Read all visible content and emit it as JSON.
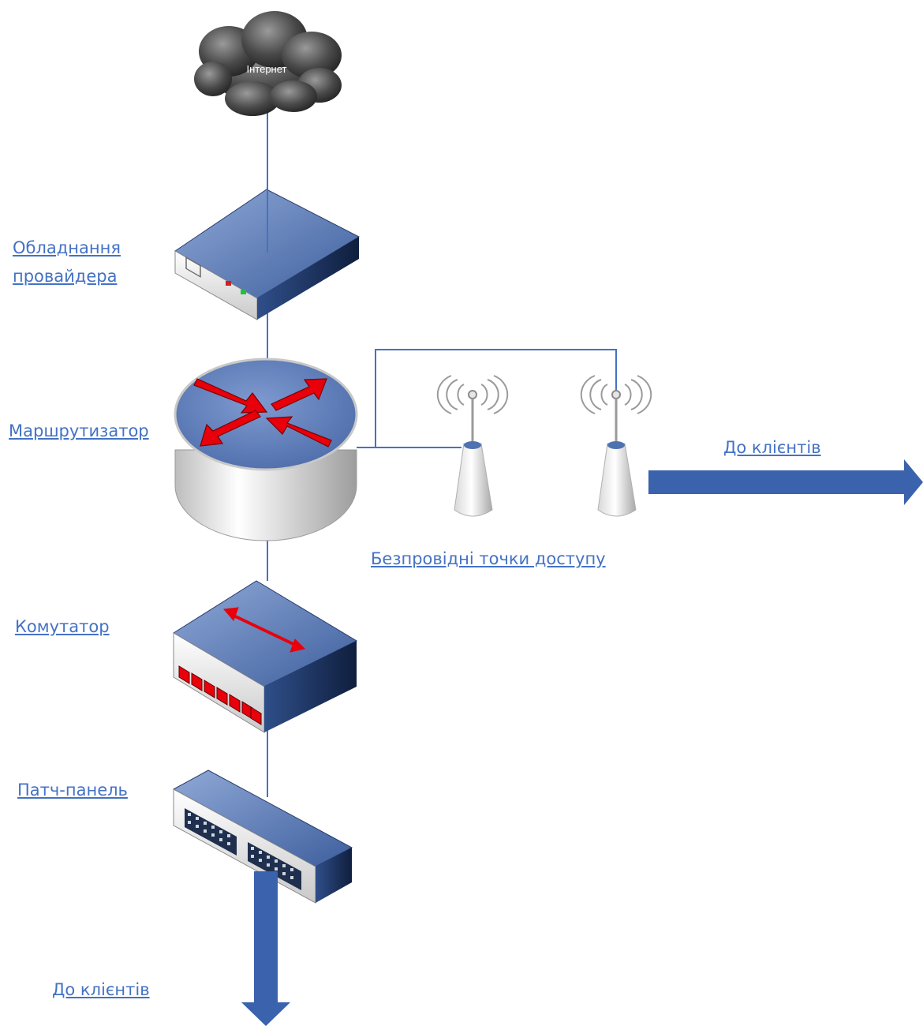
{
  "title": "",
  "nodes": {
    "internet": "Інтернет",
    "provider": "Обладнання провайдера",
    "router": "Маршрутизатор",
    "access_points": "Безпровідні точки доступу",
    "switch": "Комутатор",
    "patch_panel": "Патч-панель",
    "clients_right": "До клієнтів",
    "clients_bottom": "До клієнтів"
  },
  "colors": {
    "link_text": "#4472c4",
    "device_blue": "#4f72b0",
    "arrow_red": "#e8000b",
    "cable": "#4472c4",
    "flow_arrow": "#3a62ad"
  }
}
